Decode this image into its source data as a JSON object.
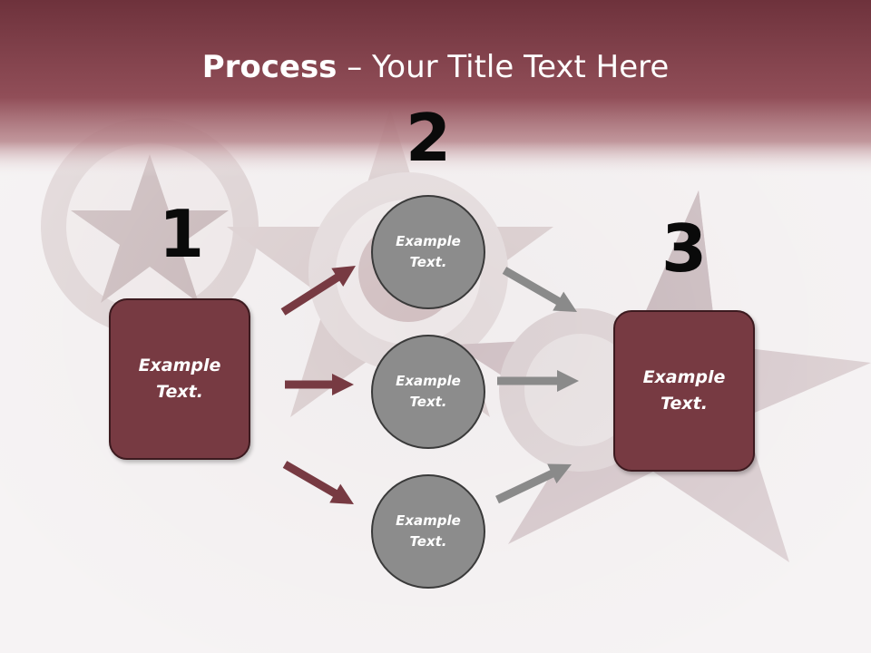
{
  "title": {
    "bold": "Process",
    "rest": " – Your Title Text Here"
  },
  "step_numbers": [
    "1",
    "2",
    "3"
  ],
  "left_box": {
    "text": "Example Text."
  },
  "circles": [
    {
      "text": "Example Text."
    },
    {
      "text": "Example Text."
    },
    {
      "text": "Example Text."
    }
  ],
  "right_box": {
    "text": "Example Text."
  },
  "colors": {
    "header": "#8a4450",
    "box_fill": "#773a42",
    "circle_fill": "#8c8c8c",
    "arrow_left": "#773a42",
    "arrow_right": "#8a8a8a",
    "number": "#0a0a0a"
  },
  "background_image": {
    "icons": [
      "red-star-medal-icon",
      "order-of-patriotic-war-icon"
    ]
  }
}
